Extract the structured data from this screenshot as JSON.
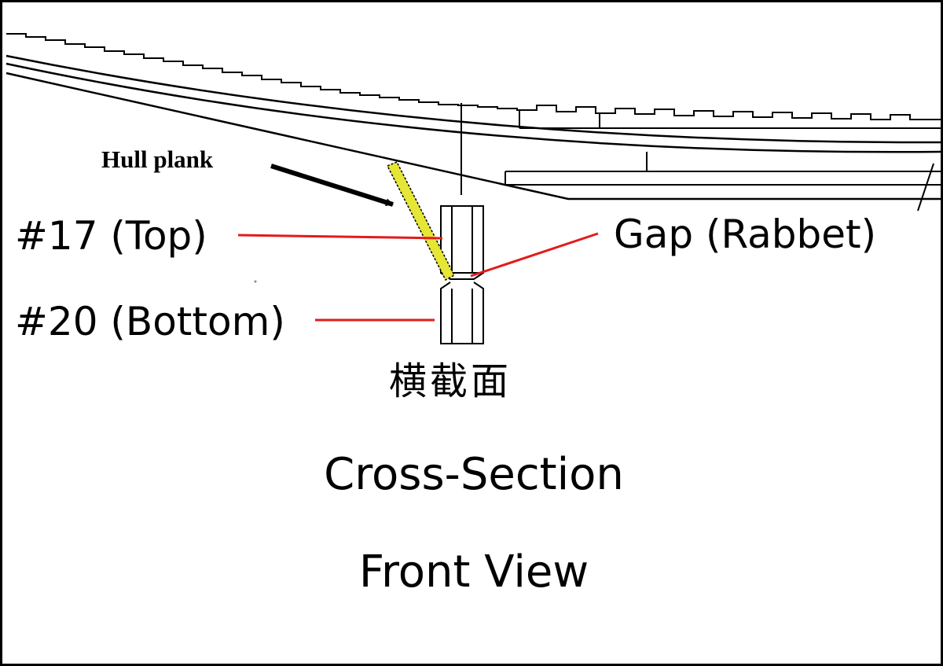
{
  "labels": {
    "hull_plank": "Hull plank",
    "top_part": "#17 (Top)",
    "bottom_part": "#20 (Bottom)",
    "gap": "Gap (Rabbet)",
    "cjk_caption": "横截面",
    "cross_section": "Cross-Section",
    "front_view": "Front View"
  },
  "colors": {
    "leader_line": "#e31b1b",
    "plank_fill": "#e5e636",
    "ink": "#000000"
  }
}
